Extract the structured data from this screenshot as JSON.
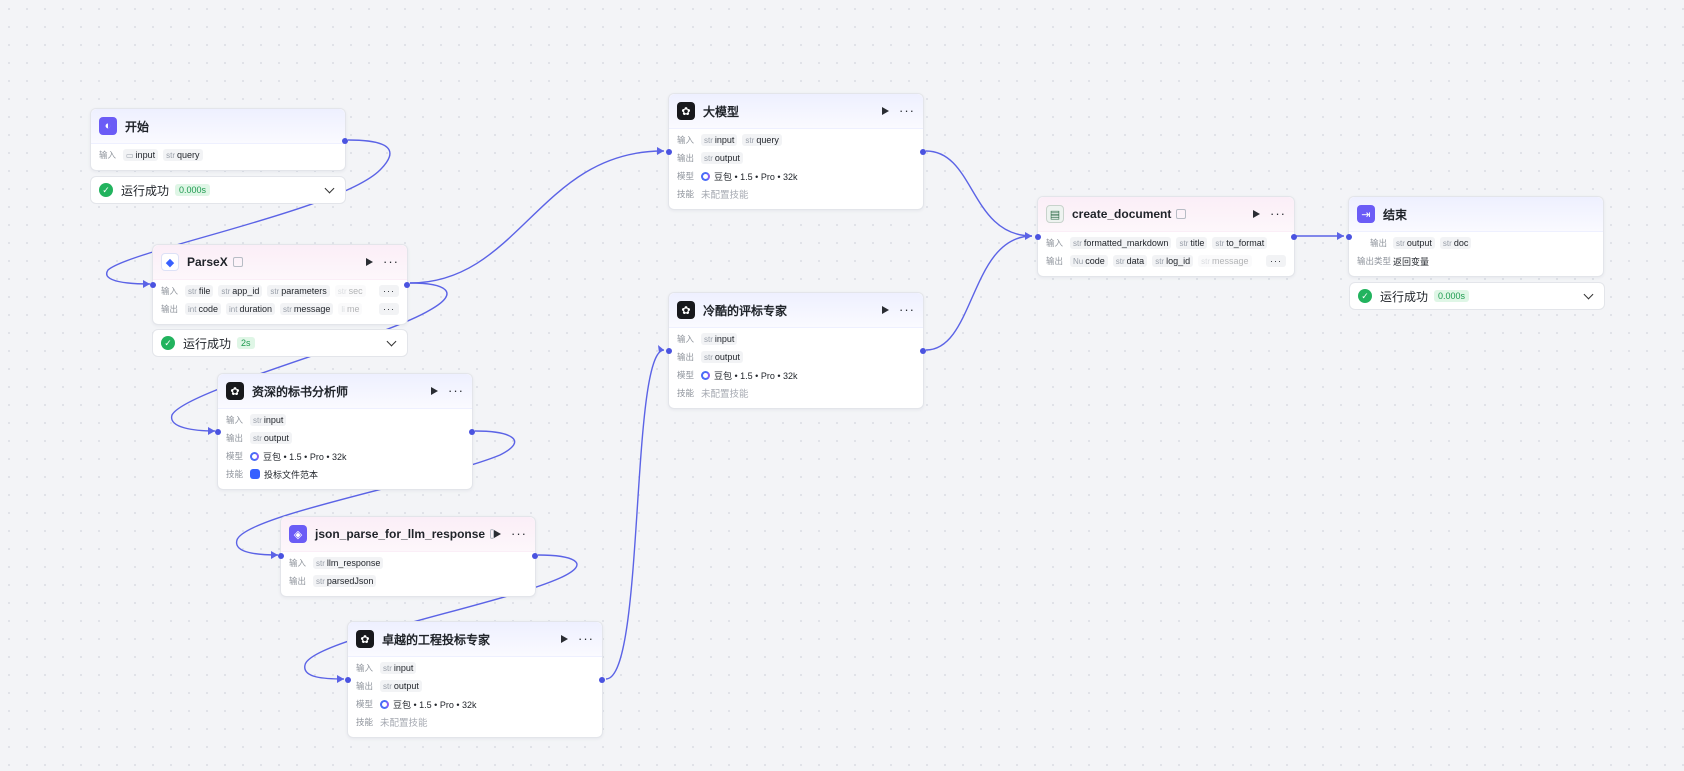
{
  "labels": {
    "input": "输入",
    "output": "输出",
    "model": "模型",
    "skill": "技能",
    "output_type": "输出类型",
    "run_success": "运行成功"
  },
  "nodes": {
    "start": {
      "title": "开始",
      "inputs": [
        {
          "type": "",
          "name": "input"
        },
        {
          "type": "str",
          "name": "query"
        }
      ],
      "status_duration": "0.000s"
    },
    "parsex": {
      "title": "ParseX",
      "inputs": [
        {
          "type": "str",
          "name": "file"
        },
        {
          "type": "str",
          "name": "app_id"
        },
        {
          "type": "str",
          "name": "parameters"
        },
        {
          "type": "str",
          "name": "sec"
        }
      ],
      "outputs": [
        {
          "type": "int",
          "name": "code"
        },
        {
          "type": "int",
          "name": "duration"
        },
        {
          "type": "str",
          "name": "message"
        },
        {
          "type": "li",
          "name": "me"
        }
      ],
      "more": "···",
      "status_duration": "2s"
    },
    "analyst": {
      "title": "资深的标书分析师",
      "inputs": [
        {
          "type": "str",
          "name": "input"
        }
      ],
      "outputs": [
        {
          "type": "str",
          "name": "output"
        }
      ],
      "model": "豆包 • 1.5 • Pro • 32k",
      "skill": "投标文件范本"
    },
    "json_parse": {
      "title": "json_parse_for_llm_response",
      "inputs": [
        {
          "type": "str",
          "name": "llm_response"
        }
      ],
      "outputs": [
        {
          "type": "str",
          "name": "parsedJson"
        }
      ]
    },
    "expert": {
      "title": "卓越的工程投标专家",
      "inputs": [
        {
          "type": "str",
          "name": "input"
        }
      ],
      "outputs": [
        {
          "type": "str",
          "name": "output"
        }
      ],
      "model": "豆包 • 1.5 • Pro • 32k",
      "skill": "未配置技能"
    },
    "llm": {
      "title": "大模型",
      "inputs": [
        {
          "type": "str",
          "name": "input"
        },
        {
          "type": "str",
          "name": "query"
        }
      ],
      "outputs": [
        {
          "type": "str",
          "name": "output"
        }
      ],
      "model": "豆包 • 1.5 • Pro • 32k",
      "skill": "未配置技能"
    },
    "reviewer": {
      "title": "冷酷的评标专家",
      "inputs": [
        {
          "type": "str",
          "name": "input"
        }
      ],
      "outputs": [
        {
          "type": "str",
          "name": "output"
        }
      ],
      "model": "豆包 • 1.5 • Pro • 32k",
      "skill": "未配置技能"
    },
    "create_doc": {
      "title": "create_document",
      "inputs": [
        {
          "type": "str",
          "name": "formatted_markdown"
        },
        {
          "type": "str",
          "name": "title"
        },
        {
          "type": "str",
          "name": "to_format"
        }
      ],
      "outputs": [
        {
          "type": "Nu",
          "name": "code"
        },
        {
          "type": "str",
          "name": "data"
        },
        {
          "type": "str",
          "name": "log_id"
        },
        {
          "type": "str",
          "name": "message"
        }
      ],
      "more": "···"
    },
    "end": {
      "title": "结束",
      "outputs": [
        {
          "type": "str",
          "name": "output"
        },
        {
          "type": "str",
          "name": "doc"
        }
      ],
      "output_type": "返回变量",
      "status_duration": "0.000s"
    }
  },
  "colors": {
    "edge": "#5b63e6",
    "success": "#22b35e"
  }
}
